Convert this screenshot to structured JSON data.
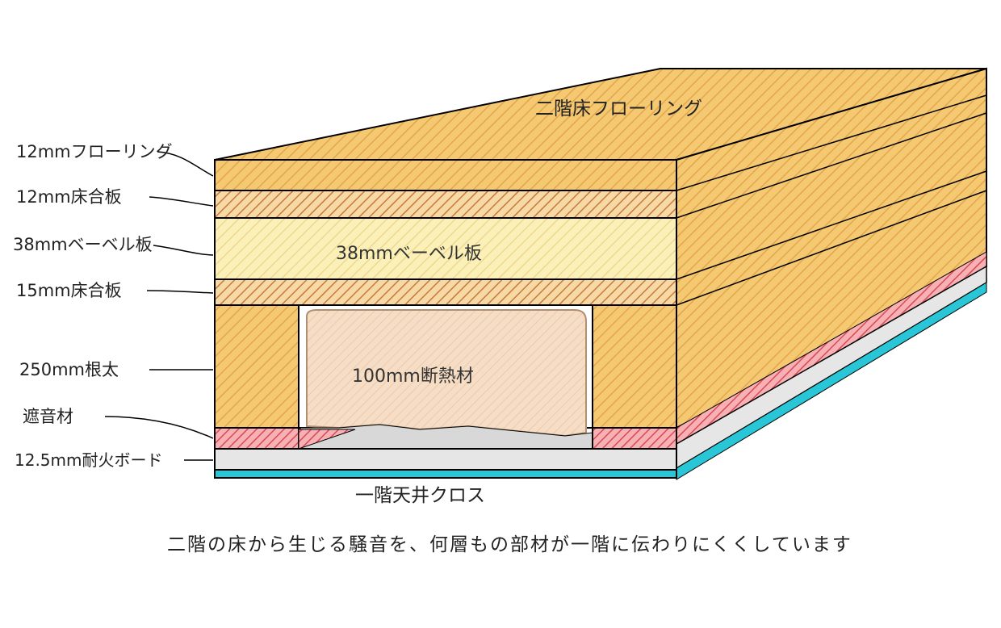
{
  "title": "二階床フローリング",
  "layers": [
    {
      "key": "flooring",
      "label": "12mmフローリング"
    },
    {
      "key": "plywood_top",
      "label": "12mm床合板"
    },
    {
      "key": "bevel",
      "label": "38mmベーベル板"
    },
    {
      "key": "plywood_bottom",
      "label": "15mm床合板"
    },
    {
      "key": "joist",
      "label": "250mm根太"
    },
    {
      "key": "sound",
      "label": "遮音材"
    },
    {
      "key": "board",
      "label": "12.5mm耐火ボード"
    }
  ],
  "inner_labels": {
    "bevel": "38mmベーベル板",
    "insulation": "100mm断熱材"
  },
  "ceiling_label": "一階天井クロス",
  "caption": "二階の床から生じる騒音を、何層もの部材が一階に伝わりにくくしています",
  "colors": {
    "wood": "#f5c872",
    "wood_stripe": "#e0a040",
    "plywood": "#f7d9a6",
    "plywood_stripe": "#c87a3a",
    "bevel": "#fbf1b8",
    "bevel_stripe": "#efd88a",
    "insulation": "#f6ddc6",
    "sound": "#f5a3a8",
    "sound_stripe": "#d84a55",
    "board": "#e6e6e6",
    "cloth": "#29c6d8",
    "outline": "#000000"
  }
}
